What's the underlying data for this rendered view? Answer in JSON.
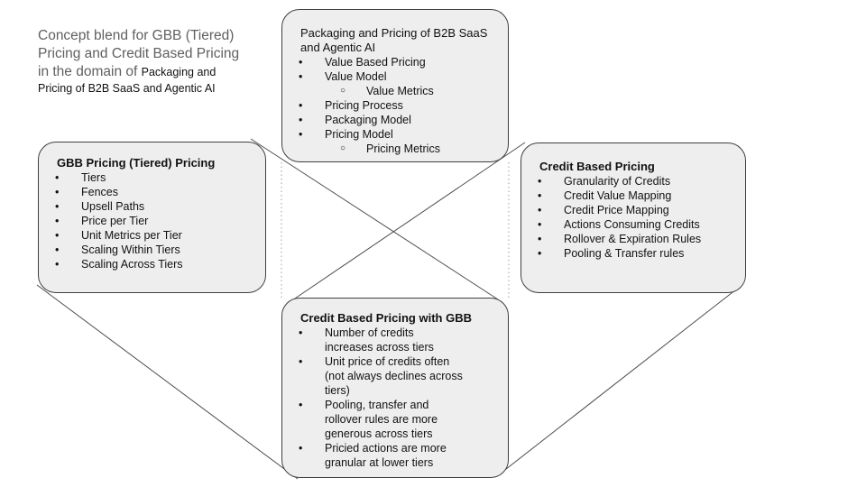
{
  "intro": {
    "line1": "Concept blend for GBB (Tiered)",
    "line2": "Pricing and Credit Based Pricing",
    "line3_lead": "in the domain of ",
    "line3_domain": "Packaging and",
    "line4_domain": "Pricing of B2B SaaS and Agentic AI"
  },
  "boxes": {
    "packaging": {
      "title": "Packaging and Pricing of B2B SaaS\nand Agentic AI",
      "items": [
        {
          "level": 1,
          "text": "Value Based Pricing"
        },
        {
          "level": 1,
          "text": "Value Model"
        },
        {
          "level": 2,
          "text": "Value Metrics"
        },
        {
          "level": 1,
          "text": "Pricing Process"
        },
        {
          "level": 1,
          "text": "Packaging Model"
        },
        {
          "level": 1,
          "text": "Pricing Model"
        },
        {
          "level": 2,
          "text": "Pricing Metrics"
        }
      ]
    },
    "gbb": {
      "title": "GBB Pricing (Tiered) Pricing",
      "items": [
        {
          "level": 1,
          "text": "Tiers"
        },
        {
          "level": 1,
          "text": "Fences"
        },
        {
          "level": 1,
          "text": "Upsell Paths"
        },
        {
          "level": 1,
          "text": "Price per Tier"
        },
        {
          "level": 1,
          "text": "Unit Metrics per Tier"
        },
        {
          "level": 1,
          "text": "Scaling Within Tiers"
        },
        {
          "level": 1,
          "text": "Scaling Across Tiers"
        }
      ]
    },
    "credit": {
      "title": "Credit Based Pricing",
      "items": [
        {
          "level": 1,
          "text": "Granularity of Credits"
        },
        {
          "level": 1,
          "text": "Credit Value Mapping"
        },
        {
          "level": 1,
          "text": "Credit Price Mapping"
        },
        {
          "level": 1,
          "text": "Actions Consuming Credits"
        },
        {
          "level": 1,
          "text": "Rollover & Expiration Rules"
        },
        {
          "level": 1,
          "text": "Pooling & Transfer rules"
        }
      ]
    },
    "blend": {
      "title": "Credit Based Pricing with GBB",
      "items": [
        {
          "level": 1,
          "text": "Number of credits\nincreases across tiers"
        },
        {
          "level": 1,
          "text": "Unit price of credits often\n(not always declines across\ntiers)"
        },
        {
          "level": 1,
          "text": "Pooling, transfer and\nrollover rules are more\ngenerous across tiers"
        },
        {
          "level": 1,
          "text": "Pricied actions are more\ngranular at lower tiers"
        }
      ]
    }
  },
  "bullets": {
    "level1_glyph": "•",
    "level2_glyph": "○"
  },
  "colors": {
    "box_fill": "#eeeeee",
    "box_border": "#3f3f3f",
    "connector": "#4d4d4d",
    "dashed_connector": "#9e9e9e",
    "intro_gray": "#606060",
    "body_text": "#111111"
  }
}
